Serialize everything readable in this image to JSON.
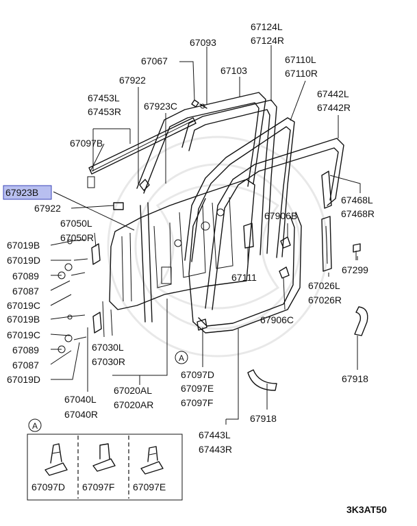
{
  "labels": {
    "l67093": "67093",
    "l67124l": "67124L",
    "l67124r": "67124R",
    "l67067": "67067",
    "l67103": "67103",
    "l67110l": "67110L",
    "l67110r": "67110R",
    "l67922a": "67922",
    "l67442l": "67442L",
    "l67442r": "67442R",
    "l67453l": "67453L",
    "l67453r": "67453R",
    "l67923c": "67923C",
    "l67097b": "67097B",
    "l67923b": "67923B",
    "l67922b": "67922",
    "l67468l": "67468L",
    "l67468r": "67468R",
    "l67050l": "67050L",
    "l67050r": "67050R",
    "l67906b": "67906B",
    "l67019b1": "67019B",
    "l67019d1": "67019D",
    "l67089a": "67089",
    "l67087a": "67087",
    "l67019c1": "67019C",
    "l67111": "67111",
    "l67299": "67299",
    "l67026l": "67026L",
    "l67026r": "67026R",
    "l67906c": "67906C",
    "l67019b2": "67019B",
    "l67019c2": "67019C",
    "l67089b": "67089",
    "l67087b": "67087",
    "l67019d2": "67019D",
    "l67030l": "67030L",
    "l67030r": "67030R",
    "l67097d": "67097D",
    "l67097e": "67097E",
    "l67097f": "67097F",
    "l67918a": "67918",
    "l67918b": "67918",
    "l67040l": "67040L",
    "l67040r": "67040R",
    "l67020al": "67020AL",
    "l67020ar": "67020AR",
    "l67443l": "67443L",
    "l67443r": "67443R",
    "callout_a1": "A",
    "callout_a2": "A",
    "detail_67097d": "67097D",
    "detail_67097f": "67097F",
    "detail_67097e": "67097E",
    "diagram_ref": "3K3AT50"
  },
  "highlight_part": "67923B",
  "colors": {
    "highlight_fill": "#b8bff0",
    "highlight_stroke": "#3b46b8",
    "line": "#111111"
  }
}
